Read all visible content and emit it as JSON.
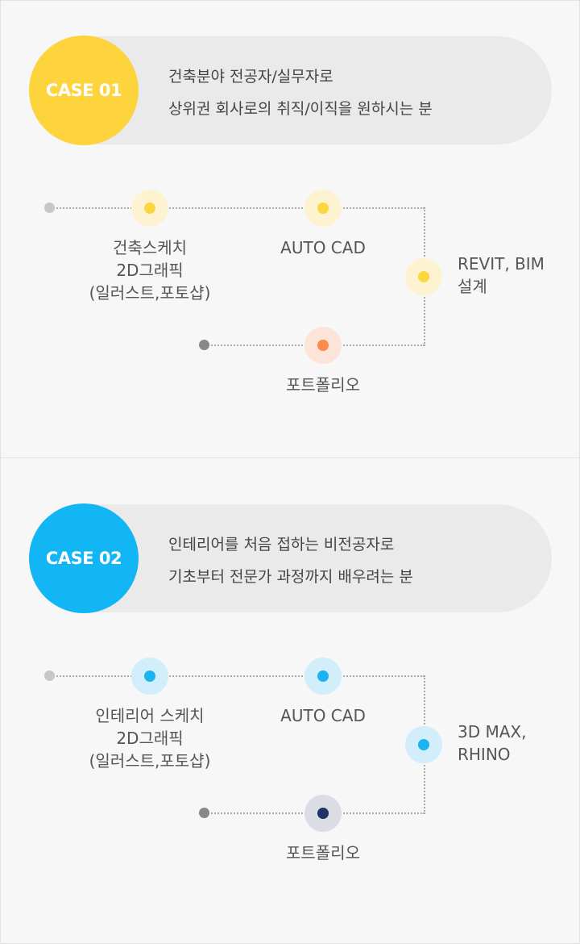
{
  "cases": [
    {
      "badge": "CASE 01",
      "desc_line1": "건축분야 전공자/실무자로",
      "desc_line2": "상위권 회사로의 취직/이직을 원하시는 분",
      "step1_label": [
        "건축스케치",
        "2D그래픽",
        "(일러스트,포토샵)"
      ],
      "step2_label": "AUTO CAD",
      "step3_label": [
        "REVIT, BIM",
        "설계"
      ],
      "step4_label": "포트폴리오",
      "badge_color": "#fdd43c",
      "node_halo": "#fef3d0",
      "node_core": "#fcd63f",
      "final_halo": "#fde4d8",
      "final_core": "#fb8c4e"
    },
    {
      "badge": "CASE 02",
      "desc_line1": "인테리어를 처음 접하는 비전공자로",
      "desc_line2": "기초부터 전문가 과정까지 배우려는 분",
      "step1_label": [
        "인테리어 스케치",
        "2D그래픽",
        "(일러스트,포토샵)"
      ],
      "step2_label": "AUTO CAD",
      "step3_label": [
        "3D MAX,",
        "RHINO"
      ],
      "step4_label": "포트폴리오",
      "badge_color": "#12b6f5",
      "node_halo": "#d2eefb",
      "node_core": "#1bb4f0",
      "final_halo": "#dadde3",
      "final_core": "#233163"
    }
  ]
}
